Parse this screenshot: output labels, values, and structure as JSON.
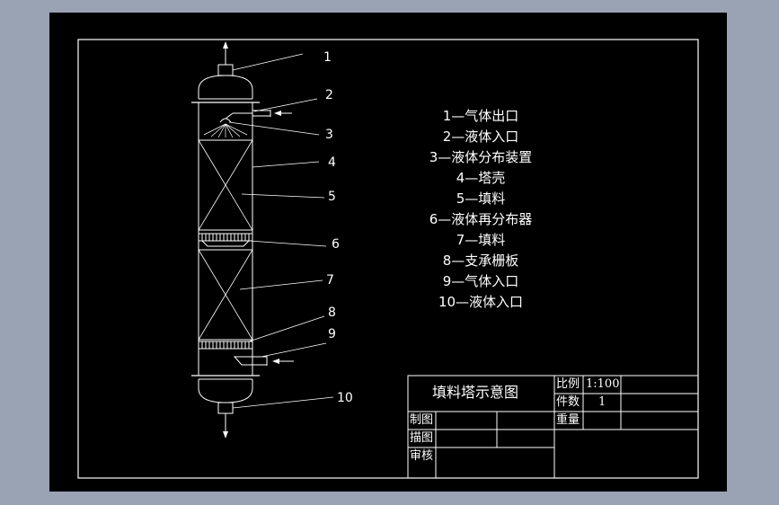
{
  "part_numbers": [
    "1",
    "2",
    "3",
    "4",
    "5",
    "6",
    "7",
    "8",
    "9",
    "10"
  ],
  "legend": [
    "1—气体出口",
    "2—液体入口",
    "3—液体分布装置",
    "4—塔壳",
    "5—填料",
    "6—液体再分布器",
    "7—填料",
    "8—支承栅板",
    "9—气体入口",
    "10—液体入口"
  ],
  "title_block": {
    "drawing_title": "填料塔示意图",
    "scale_label": "比例",
    "scale_value": "1:100",
    "quantity_label": "件数",
    "quantity_value": "1",
    "weight_label": "重量",
    "drawn_by_label": "制图",
    "traced_by_label": "描图",
    "checked_by_label": "审核"
  }
}
